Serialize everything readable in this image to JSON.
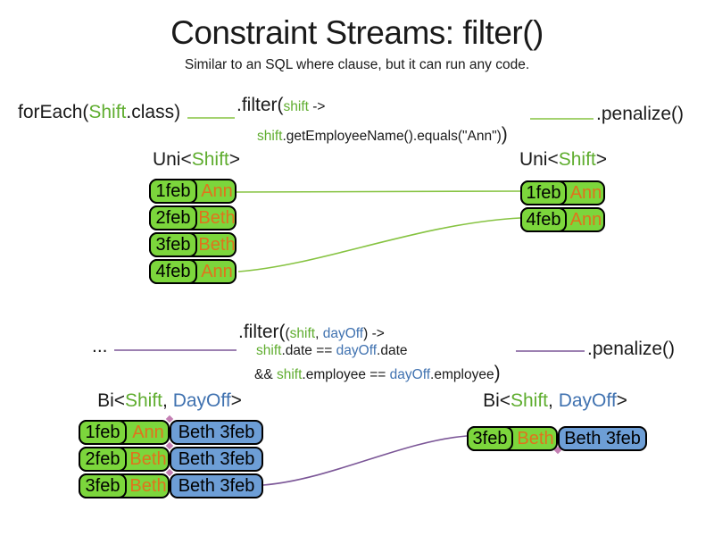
{
  "title": "Constraint Streams: filter()",
  "subtitle": "Similar to an SQL where clause, but it can run any code.",
  "colors": {
    "shift_green_text": "#5FAD2F",
    "dayoff_blue_text": "#4072B0",
    "cell_green_fill": "#7CD63C",
    "cell_blue_fill": "#6D9ED6",
    "name_orange_text": "#E0731D",
    "uni_wire_green": "#86C341",
    "bi_wire_purple": "#7B5697"
  },
  "section1": {
    "foreach": {
      "prefix": "forEach(",
      "type": "Shift",
      "suffix": ".class)"
    },
    "filter": {
      "head": ".filter(",
      "param": "shift",
      "arrow": " ->",
      "body_param": "shift",
      "body": ".getEmployeeName().equals(\"Ann\")",
      "close": ")"
    },
    "penalize": ".penalize()",
    "left_label": {
      "prefix": "Uni<",
      "type": "Shift",
      "suffix": ">"
    },
    "right_label": {
      "prefix": "Uni<",
      "type": "Shift",
      "suffix": ">"
    },
    "left_rows": [
      {
        "date": "1feb",
        "name": "Ann"
      },
      {
        "date": "2feb",
        "name": "Beth"
      },
      {
        "date": "3feb",
        "name": "Beth"
      },
      {
        "date": "4feb",
        "name": "Ann"
      }
    ],
    "right_rows": [
      {
        "date": "1feb",
        "name": "Ann"
      },
      {
        "date": "4feb",
        "name": "Ann"
      }
    ]
  },
  "section2": {
    "source": "...",
    "filter": {
      "head": ".filter(",
      "open": "(",
      "param1": "shift",
      "comma": ", ",
      "param2": "dayOff",
      "arrow": ") ->",
      "line2": {
        "p1": "shift",
        "mid": ".date == ",
        "p2": "dayOff",
        "end": ".date"
      },
      "line3": {
        "and": "&& ",
        "p1": "shift",
        "mid": ".employee == ",
        "p2": "dayOff",
        "end": ".employee",
        "close": ")"
      }
    },
    "penalize": ".penalize()",
    "left_label": {
      "prefix": "Bi<",
      "type1": "Shift",
      "comma": ", ",
      "type2": "DayOff",
      "suffix": ">"
    },
    "right_label": {
      "prefix": "Bi<",
      "type1": "Shift",
      "comma": ", ",
      "type2": "DayOff",
      "suffix": ">"
    },
    "left_rows": [
      {
        "date": "1feb",
        "name": "Ann",
        "pair": "Beth 3feb"
      },
      {
        "date": "2feb",
        "name": "Beth",
        "pair": "Beth 3feb"
      },
      {
        "date": "3feb",
        "name": "Beth",
        "pair": "Beth 3feb"
      }
    ],
    "right_rows": [
      {
        "date": "3feb",
        "name": "Beth",
        "pair": "Beth 3feb"
      }
    ]
  }
}
